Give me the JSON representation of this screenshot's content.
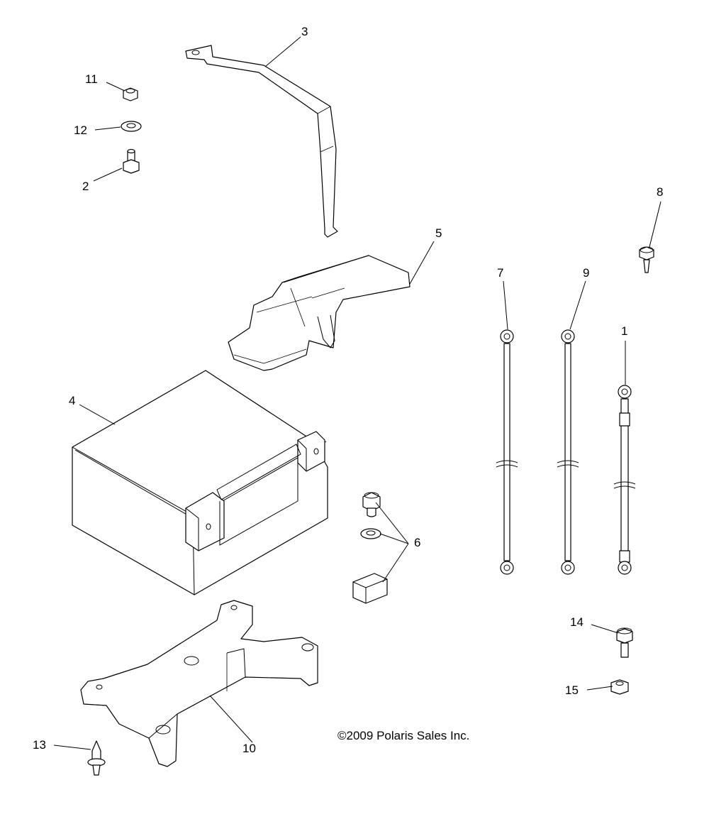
{
  "copyright": "©2009 Polaris Sales Inc.",
  "callouts": {
    "c1": "1",
    "c2": "2",
    "c3": "3",
    "c4": "4",
    "c5": "5",
    "c6": "6",
    "c7": "7",
    "c8": "8",
    "c9": "9",
    "c10": "10",
    "c11": "11",
    "c12": "12",
    "c13": "13",
    "c14": "14",
    "c15": "15"
  }
}
